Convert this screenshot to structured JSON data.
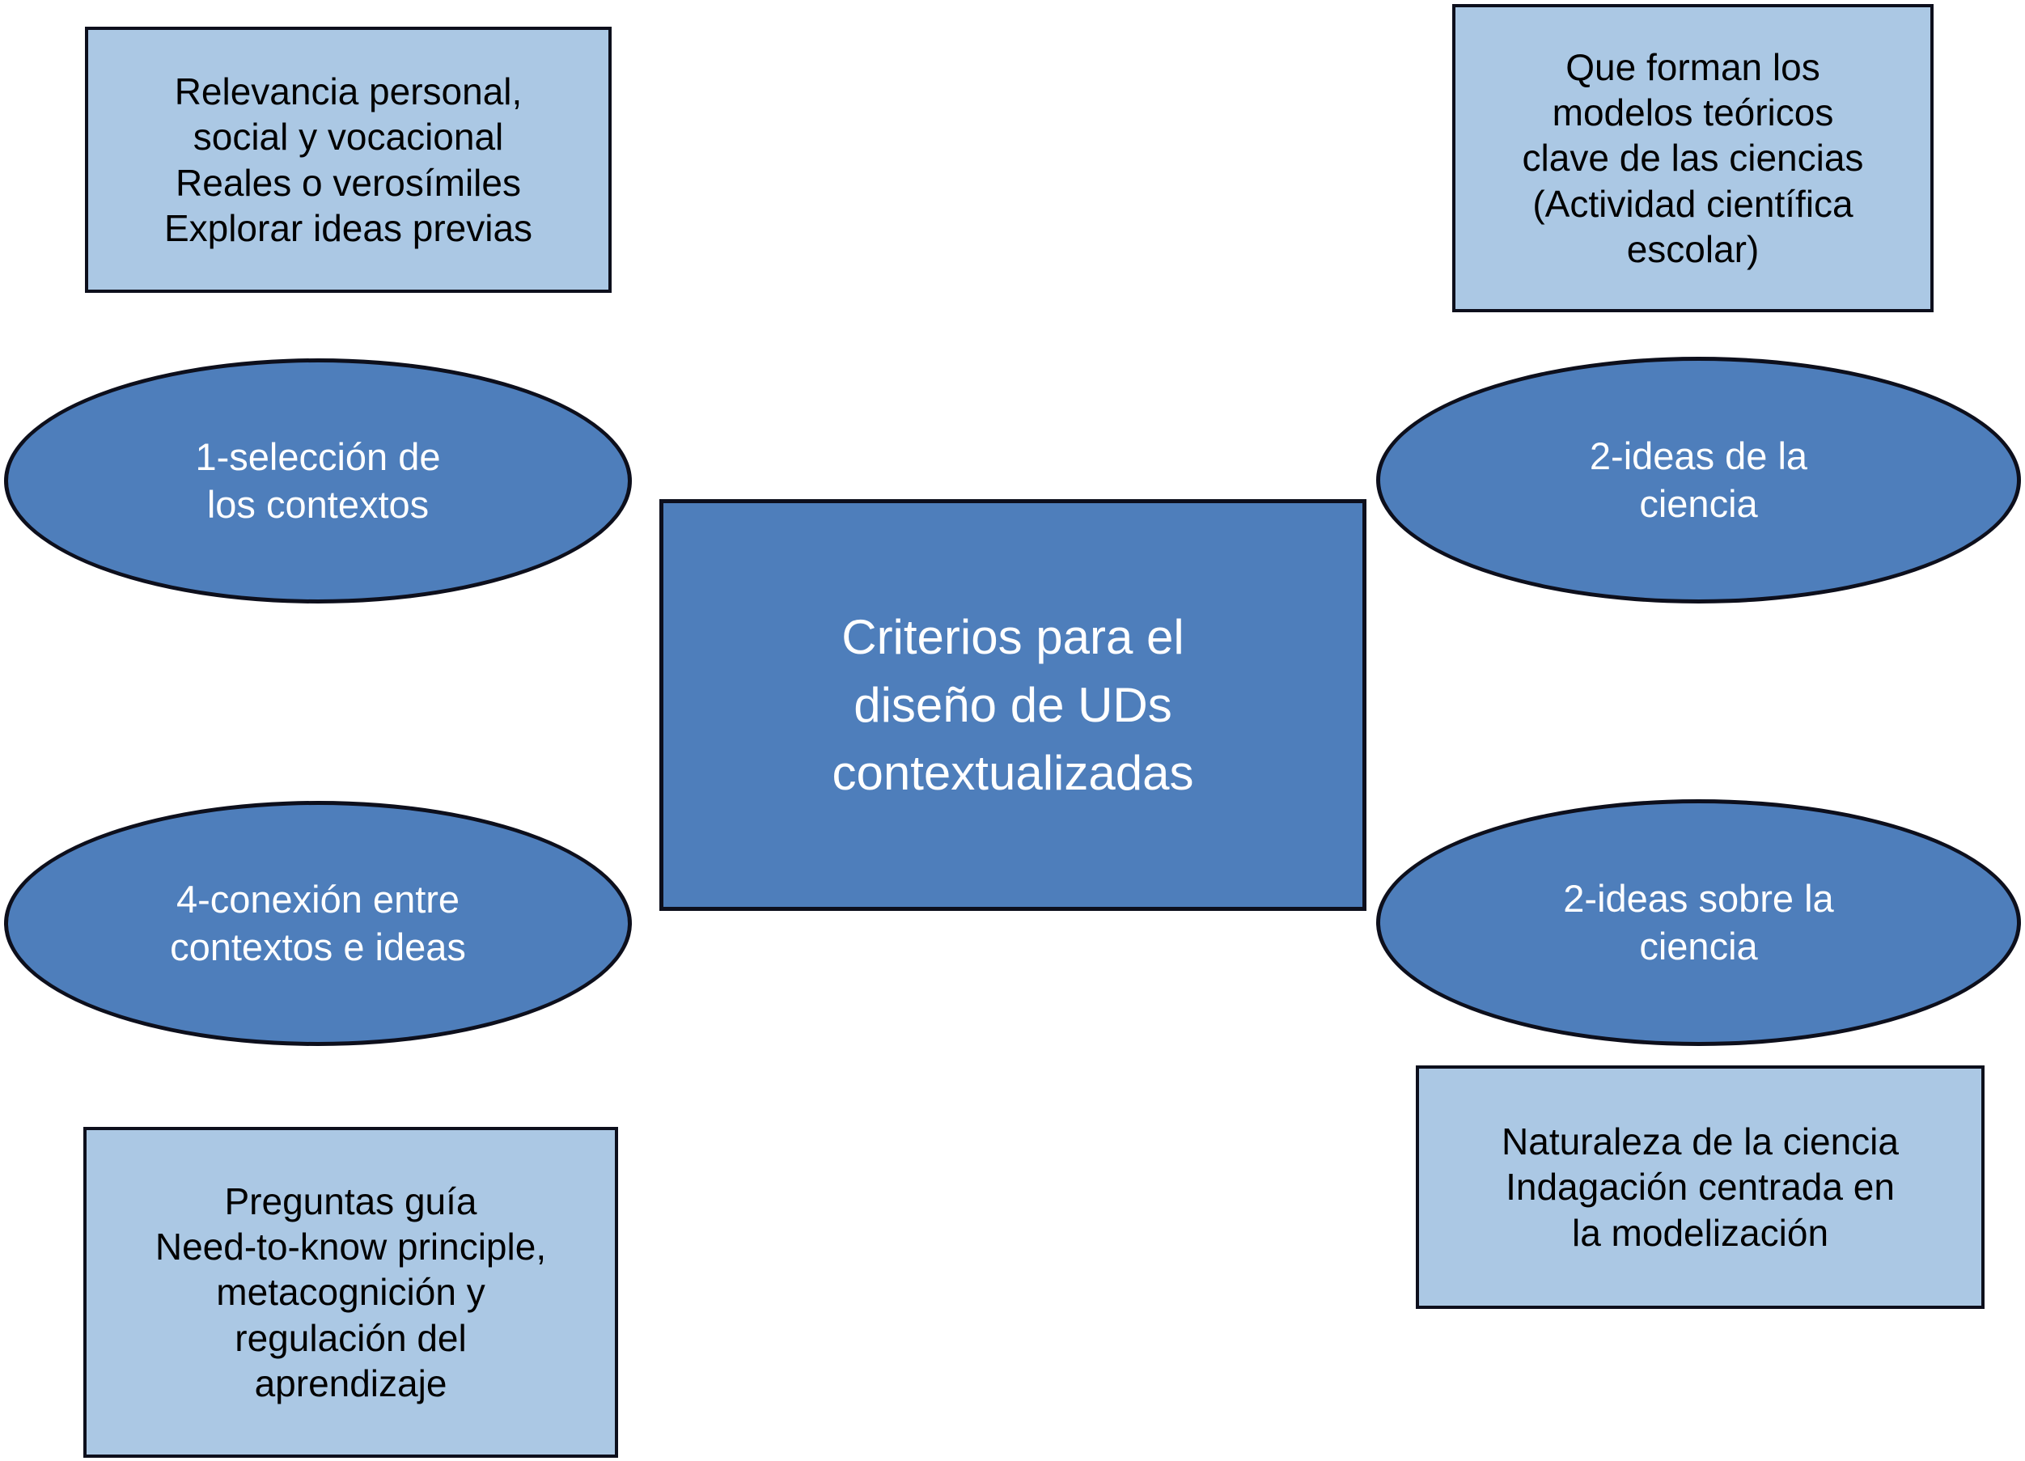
{
  "diagram": {
    "title_node": {
      "text": "Criterios para el\ndiseño de UDs\ncontextualizadas"
    },
    "ellipses": [
      {
        "id": "seleccion-de-contextos",
        "text": "1-selección de\nlos contextos"
      },
      {
        "id": "ideas-de-la-ciencia",
        "text": "2-ideas de la\nciencia"
      },
      {
        "id": "conexion-contextos-ideas",
        "text": "4-conexión entre\ncontextos e ideas"
      },
      {
        "id": "ideas-sobre-la-ciencia",
        "text": "2-ideas sobre la\nciencia"
      }
    ],
    "labels": [
      {
        "id": "detalle-contextos",
        "text": "Relevancia personal,\nsocial y vocacional\nReales o verosímiles\nExplorar ideas previas"
      },
      {
        "id": "detalle-ideas-de-la-ciencia",
        "text": "Que forman los\nmodelos teóricos\nclave de las ciencias\n(Actividad científica\nescolar)"
      },
      {
        "id": "detalle-conexion",
        "text": "Preguntas guía\nNeed-to-know principle,\nmetacognición y\nregulación del\naprendizaje"
      },
      {
        "id": "detalle-ideas-sobre-ciencia",
        "text": "Naturaleza de la ciencia\nIndagación centrada en\nla modelización"
      }
    ],
    "colors": {
      "node_fill": "#4e7ebb",
      "label_fill": "#abc8e4",
      "border": "#0d0f1c",
      "node_text": "#ffffff",
      "label_text": "#000000",
      "background": "#ffffff"
    }
  }
}
